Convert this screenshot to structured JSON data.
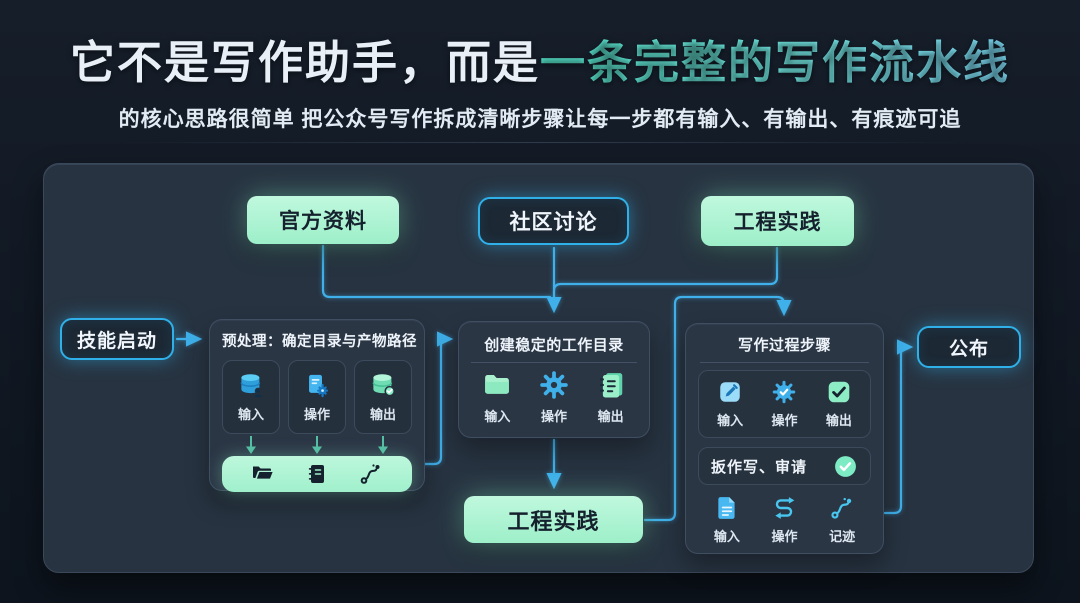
{
  "header": {
    "title_white": "它不是写作助手，而是",
    "title_accent": "一条完整的写作流水线",
    "subtitle": "的核心思路很简单 把公众号写作拆成清晰步骤让每一步都有输入、有输出、有痕迹可追"
  },
  "colors": {
    "background": "#121924",
    "panel": "#273341",
    "mint": "#a6f1ce",
    "cyan_accent": "#2fb0e8",
    "connector": "#3fb0ea",
    "teal_arrow": "#55bfa3",
    "title_accent": "#6fe9df"
  },
  "diagram": {
    "sources": {
      "official": {
        "label": "官方资料",
        "icon": "none"
      },
      "community": {
        "label": "社区讨论",
        "icon": "none"
      },
      "practice_top": {
        "label": "工程实践",
        "icon": "none"
      }
    },
    "skill_start": {
      "label": "技能启动"
    },
    "preprocess": {
      "title": "预处理：确定目录与产物路径",
      "tiles": [
        {
          "label": "输入",
          "icon": "database-user-icon"
        },
        {
          "label": "操作",
          "icon": "file-gear-icon"
        },
        {
          "label": "输出",
          "icon": "database-check-icon"
        }
      ],
      "pill_icons": [
        "folder-open-icon",
        "notebook-icon",
        "route-icon"
      ]
    },
    "create_dir": {
      "title": "创建稳定的工作目录",
      "items": [
        {
          "label": "输入",
          "icon": "folder-icon"
        },
        {
          "label": "操作",
          "icon": "gear-icon"
        },
        {
          "label": "输出",
          "icon": "notebook-green-icon"
        }
      ]
    },
    "writing": {
      "title": "写作过程步骤",
      "row1": [
        {
          "label": "输入",
          "icon": "edit-icon"
        },
        {
          "label": "操作",
          "icon": "gear-check-icon"
        },
        {
          "label": "输出",
          "icon": "checkbox-icon"
        }
      ],
      "badge_row": {
        "label": "扳作写、审请",
        "icon": "check-circle-icon"
      },
      "row2": [
        {
          "label": "输入",
          "icon": "document-icon"
        },
        {
          "label": "操作",
          "icon": "swap-arrows-icon"
        },
        {
          "label": "记迹",
          "icon": "route-trace-icon"
        }
      ]
    },
    "publish": {
      "label": "公布"
    },
    "practice_bottom": {
      "label": "工程实践"
    }
  }
}
